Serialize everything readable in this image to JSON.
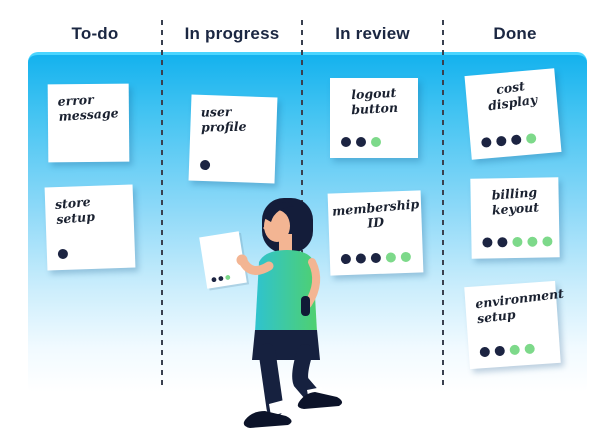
{
  "board": {
    "columns": [
      {
        "title": "To-do",
        "cards": [
          {
            "id": "error-message",
            "lines": [
              "error",
              "message"
            ],
            "dots": {
              "navy": 0,
              "green": 0
            }
          },
          {
            "id": "store-setup",
            "lines": [
              "store setup"
            ],
            "dots": {
              "navy": 1,
              "green": 0
            }
          }
        ]
      },
      {
        "title": "In progress",
        "cards": [
          {
            "id": "user-profile",
            "lines": [
              "user profile"
            ],
            "dots": {
              "navy": 1,
              "green": 0
            }
          }
        ]
      },
      {
        "title": "In review",
        "cards": [
          {
            "id": "logout-button",
            "lines": [
              "logout",
              "button"
            ],
            "dots": {
              "navy": 2,
              "green": 1
            }
          },
          {
            "id": "membership-id",
            "lines": [
              "membership",
              "ID"
            ],
            "dots": {
              "navy": 3,
              "green": 2
            }
          }
        ]
      },
      {
        "title": "Done",
        "cards": [
          {
            "id": "cost-display",
            "lines": [
              "cost",
              "display"
            ],
            "dots": {
              "navy": 3,
              "green": 1
            }
          },
          {
            "id": "billing-keyout",
            "lines": [
              "billing",
              "keyout"
            ],
            "dots": {
              "navy": 2,
              "green": 3
            }
          },
          {
            "id": "environment-setup",
            "lines": [
              "environment",
              "setup"
            ],
            "dots": {
              "navy": 2,
              "green": 2
            }
          }
        ]
      }
    ],
    "held_card": {
      "dots": {
        "navy": 2,
        "green": 1
      }
    }
  },
  "colors": {
    "header_text": "#1b2742",
    "panel_top": "#14b2ee",
    "panel_highlight": "#4ad5ff",
    "note": "#ffffff",
    "dot_navy": "#1c2442",
    "dot_green": "#7dd98a",
    "divider": "#39404f",
    "handwriting_ink": "#1a2130"
  }
}
